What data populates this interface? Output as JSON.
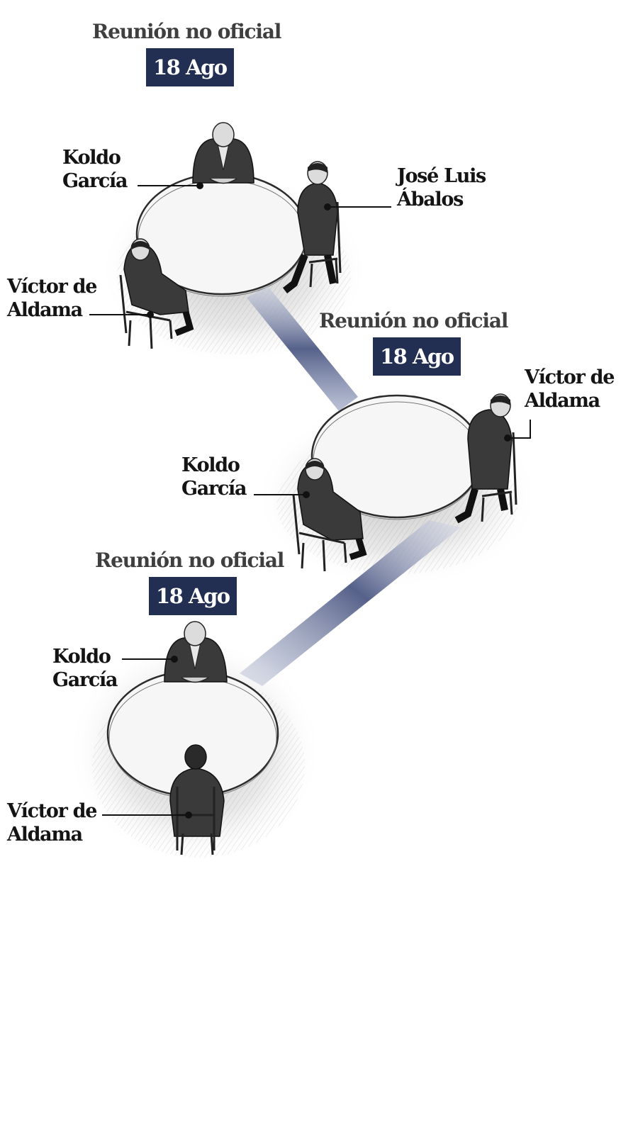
{
  "meetings": [
    {
      "title": "Reunión no oficial",
      "date": "18 Ago",
      "participants": [
        {
          "line1": "Koldo",
          "line2": "García"
        },
        {
          "line1": "José Luis",
          "line2": "Ábalos"
        },
        {
          "line1": "Víctor de",
          "line2": "Aldama"
        }
      ]
    },
    {
      "title": "Reunión no oficial",
      "date": "18 Ago",
      "participants": [
        {
          "line1": "Víctor de",
          "line2": "Aldama"
        },
        {
          "line1": "Koldo",
          "line2": "García"
        }
      ]
    },
    {
      "title": "Reunión no oficial",
      "date": "18 Ago",
      "participants": [
        {
          "line1": "Koldo",
          "line2": "García"
        },
        {
          "line1": "Víctor de",
          "line2": "Aldama"
        }
      ]
    }
  ],
  "colors": {
    "date_badge": "#232f52",
    "connector": "#5a6486",
    "title_text": "#3f3f3f",
    "name_text": "#141414"
  }
}
